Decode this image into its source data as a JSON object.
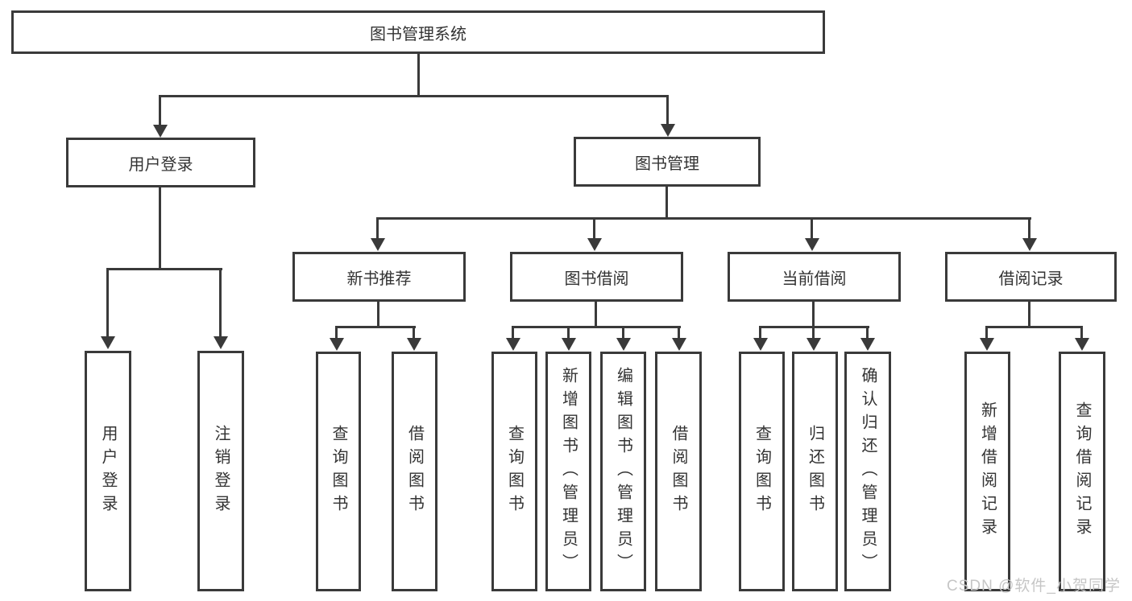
{
  "diagram": {
    "title": "图书管理系统",
    "watermark": "CSDN @软件_小贺同学",
    "colors": {
      "background": "#ffffff",
      "line": "#3a3a3a",
      "text": "#333333",
      "watermark": "#c6c6c6"
    },
    "nodes": {
      "root": "图书管理系统",
      "user_login": "用户登录",
      "book_management": "图书管理",
      "login_leaf": "用户登录",
      "logout_leaf": "注销登录",
      "new_book_recommend": "新书推荐",
      "book_borrow": "图书借阅",
      "current_borrow": "当前借阅",
      "borrow_records": "借阅记录",
      "nbr_query_books": "查询图书",
      "nbr_borrow_books": "借阅图书",
      "bb_query_books": "查询图书",
      "bb_add_books_admin": "新增图书（管理员）",
      "bb_edit_books_admin": "编辑图书（管理员）",
      "bb_borrow_books": "借阅图书",
      "cb_query_books": "查询图书",
      "cb_return_books": "归还图书",
      "cb_confirm_return_admin": "确认归还（管理员）",
      "br_add_record": "新增借阅记录",
      "br_query_record": "查询借阅记录"
    },
    "structure": {
      "图书管理系统": {
        "用户登录": [
          "用户登录",
          "注销登录"
        ],
        "图书管理": {
          "新书推荐": [
            "查询图书",
            "借阅图书"
          ],
          "图书借阅": [
            "查询图书",
            "新增图书（管理员）",
            "编辑图书（管理员）",
            "借阅图书"
          ],
          "当前借阅": [
            "查询图书",
            "归还图书",
            "确认归还（管理员）"
          ],
          "借阅记录": [
            "新增借阅记录",
            "查询借阅记录"
          ]
        }
      }
    }
  }
}
